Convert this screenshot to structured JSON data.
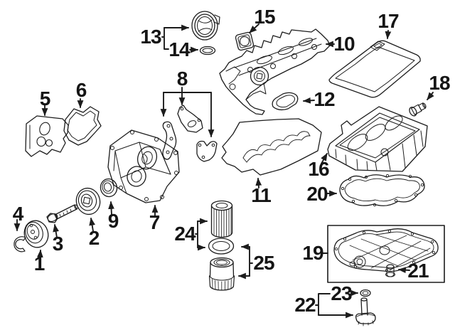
{
  "image": {
    "background_color": "#ffffff",
    "line_color": "#1c1c1c"
  },
  "callouts": [
    {
      "num": "1"
    },
    {
      "num": "2"
    },
    {
      "num": "3"
    },
    {
      "num": "4"
    },
    {
      "num": "5"
    },
    {
      "num": "6"
    },
    {
      "num": "7"
    },
    {
      "num": "8"
    },
    {
      "num": "9"
    },
    {
      "num": "10"
    },
    {
      "num": "11"
    },
    {
      "num": "12"
    },
    {
      "num": "13"
    },
    {
      "num": "14"
    },
    {
      "num": "15"
    },
    {
      "num": "16"
    },
    {
      "num": "17"
    },
    {
      "num": "18"
    },
    {
      "num": "19"
    },
    {
      "num": "20"
    },
    {
      "num": "21"
    },
    {
      "num": "22"
    },
    {
      "num": "23"
    },
    {
      "num": "24"
    },
    {
      "num": "25"
    }
  ]
}
